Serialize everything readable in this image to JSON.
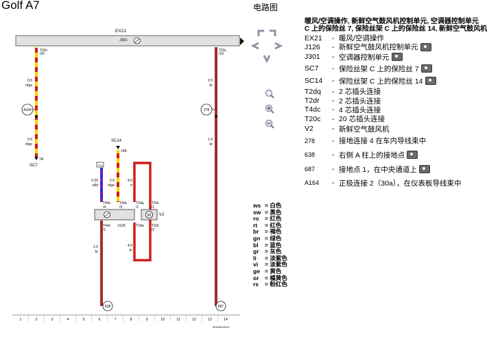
{
  "page": {
    "title": "Golf A7",
    "diagram_label": "电路图"
  },
  "diagram": {
    "top_bus_label": "EX21",
    "switch_label": "J301",
    "fuse_a_top": "T20c",
    "fuse_a_pin": "/20",
    "fuse_a_wire_size": "0.5",
    "fuse_a_wire_color": "rt/ge",
    "fuse_b_top": "T20c",
    "fuse_b_pin": "/19",
    "fuse_b_wire_size": "0.5",
    "fuse_b_wire_color": "br",
    "node_a164": "A164",
    "node_278": "278",
    "node_638": "638",
    "node_687": "687",
    "sc7_wire_size": "0.5",
    "sc7_wire_color": "rt/ge",
    "sc7_pin": "7A",
    "sc7_label": "SC7",
    "sc14_label": "SC14",
    "sc14_pin": "14A",
    "right_wire_size": "1.5",
    "right_wire_color": "br",
    "t2dq_label": "T2dq",
    "blue_wire_size": "0.35",
    "blue_wire_color": "vi/bl",
    "yellow_wire_size": "2.5",
    "yellow_wire_color": "rt/ge",
    "red_wire_size": "4.0",
    "red_wire_color": "rt",
    "t4dc_label": "T4dc",
    "t4dc_pin_4": "/4",
    "t4dc_pin_3": "/3",
    "t4dc_pin_1": "/1",
    "t2dq_pin_1": "/1",
    "t2dr_label": "T2dr",
    "t2dr_pin_1": "/1",
    "t2dr_pin_2": "/2",
    "j126_label": "J126",
    "v2_label": "V2",
    "brown_wire_size": "2.5",
    "brown_wire_color": "br",
    "motor_wire_size": "4.0",
    "motor_wire_color": "br",
    "column_numbers": [
      "1",
      "2",
      "3",
      "4",
      "5",
      "6",
      "7",
      "8",
      "9",
      "10",
      "11",
      "12",
      "13",
      "14"
    ],
    "footer_code": "99100520113"
  },
  "legend": {
    "header_line1": "暖风/空调操作, 新鲜空气鼓风机控制单元, 空调器控制单元",
    "header_line2": "C 上的保险丝 7, 保险丝架 C 上的保险丝 14, 新鲜空气鼓风机",
    "items": [
      {
        "code": "EX21",
        "desc": "暖风/空调操作",
        "cam": false
      },
      {
        "code": "J126",
        "desc": "新鲜空气鼓风机控制单元",
        "cam": true
      },
      {
        "code": "J301",
        "desc": "空调器控制单元",
        "cam": true
      },
      {
        "code": "SC7",
        "desc": "保险丝架 C 上的保险丝 7",
        "cam": true
      },
      {
        "code": "SC14",
        "desc": "保险丝架 C 上的保险丝 14",
        "cam": true
      },
      {
        "code": "T2dq",
        "desc": "2 芯插头连接",
        "cam": false
      },
      {
        "code": "T2dr",
        "desc": "2 芯插头连接",
        "cam": false
      },
      {
        "code": "T4dc",
        "desc": "4 芯插头连接",
        "cam": false
      },
      {
        "code": "T20c",
        "desc": "20 芯插头连接",
        "cam": false
      },
      {
        "code": "V2",
        "desc": "新鲜空气鼓风机",
        "cam": false
      },
      {
        "code": "278",
        "desc": "接地连接 4 在车内导线束中",
        "cam": false
      },
      {
        "code": "638",
        "desc": "右侧 A 柱上的接地点",
        "cam": true
      },
      {
        "code": "687",
        "desc": "接地点 1，在中央通道上",
        "cam": true
      },
      {
        "code": "A164",
        "desc": "正极连接 2（30a），在仪表板导线束中",
        "cam": false
      }
    ]
  },
  "color_key": [
    {
      "code": "ws",
      "name": "白色"
    },
    {
      "code": "sw",
      "name": "黑色"
    },
    {
      "code": "ro",
      "name": "红色"
    },
    {
      "code": "rt",
      "name": "红色"
    },
    {
      "code": "br",
      "name": "褐色"
    },
    {
      "code": "gn",
      "name": "绿色"
    },
    {
      "code": "bl",
      "name": "蓝色"
    },
    {
      "code": "gr",
      "name": "灰色"
    },
    {
      "code": "li",
      "name": "淡紫色"
    },
    {
      "code": "vi",
      "name": "淡紫色"
    },
    {
      "code": "ge",
      "name": "黄色"
    },
    {
      "code": "or",
      "name": "橘黄色"
    },
    {
      "code": "rs",
      "name": "粉红色"
    }
  ],
  "colors": {
    "wire_red": "#d11b1b",
    "wire_yellow": "#f2d500",
    "wire_brown": "#a0302a",
    "wire_blue": "#2a2ad8",
    "wire_violet": "#8b1aa0",
    "component_gray": "#e1e1e1",
    "nav_gray": "#8c96a8"
  },
  "icons": [
    "arrow-up-left-icon",
    "arrow-up-right-icon",
    "arrow-down-left-icon",
    "arrow-down-right-icon",
    "zoom-fit-icon",
    "zoom-in-icon",
    "zoom-out-icon",
    "camera-icon"
  ]
}
